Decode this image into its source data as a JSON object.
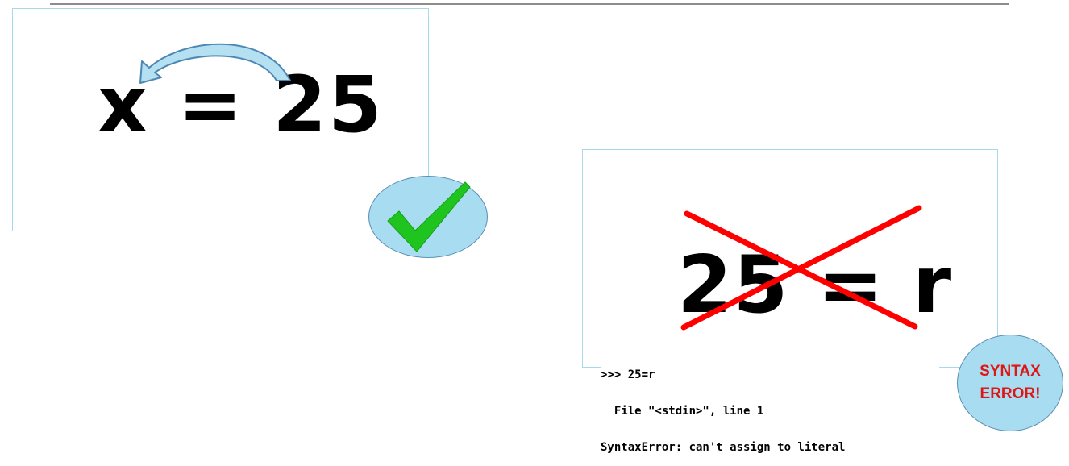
{
  "left_example": {
    "expression": "x = 25",
    "badge_icon": "check-icon",
    "check_color": "#1fc41f"
  },
  "right_example": {
    "expression": "25 = r",
    "cross_color": "#ff0000",
    "terminal": {
      "line1": ">>> 25=r",
      "line2": "  File \"<stdin>\", line 1",
      "line3": "SyntaxError: can't assign to literal"
    },
    "badge": {
      "line1": "SYNTAX",
      "line2": "ERROR!",
      "text_color": "#e01515"
    }
  },
  "colors": {
    "panel_border": "#a9d7ec",
    "badge_fill": "#a8dcf0",
    "arrow_fill": "#b5e0f2"
  }
}
